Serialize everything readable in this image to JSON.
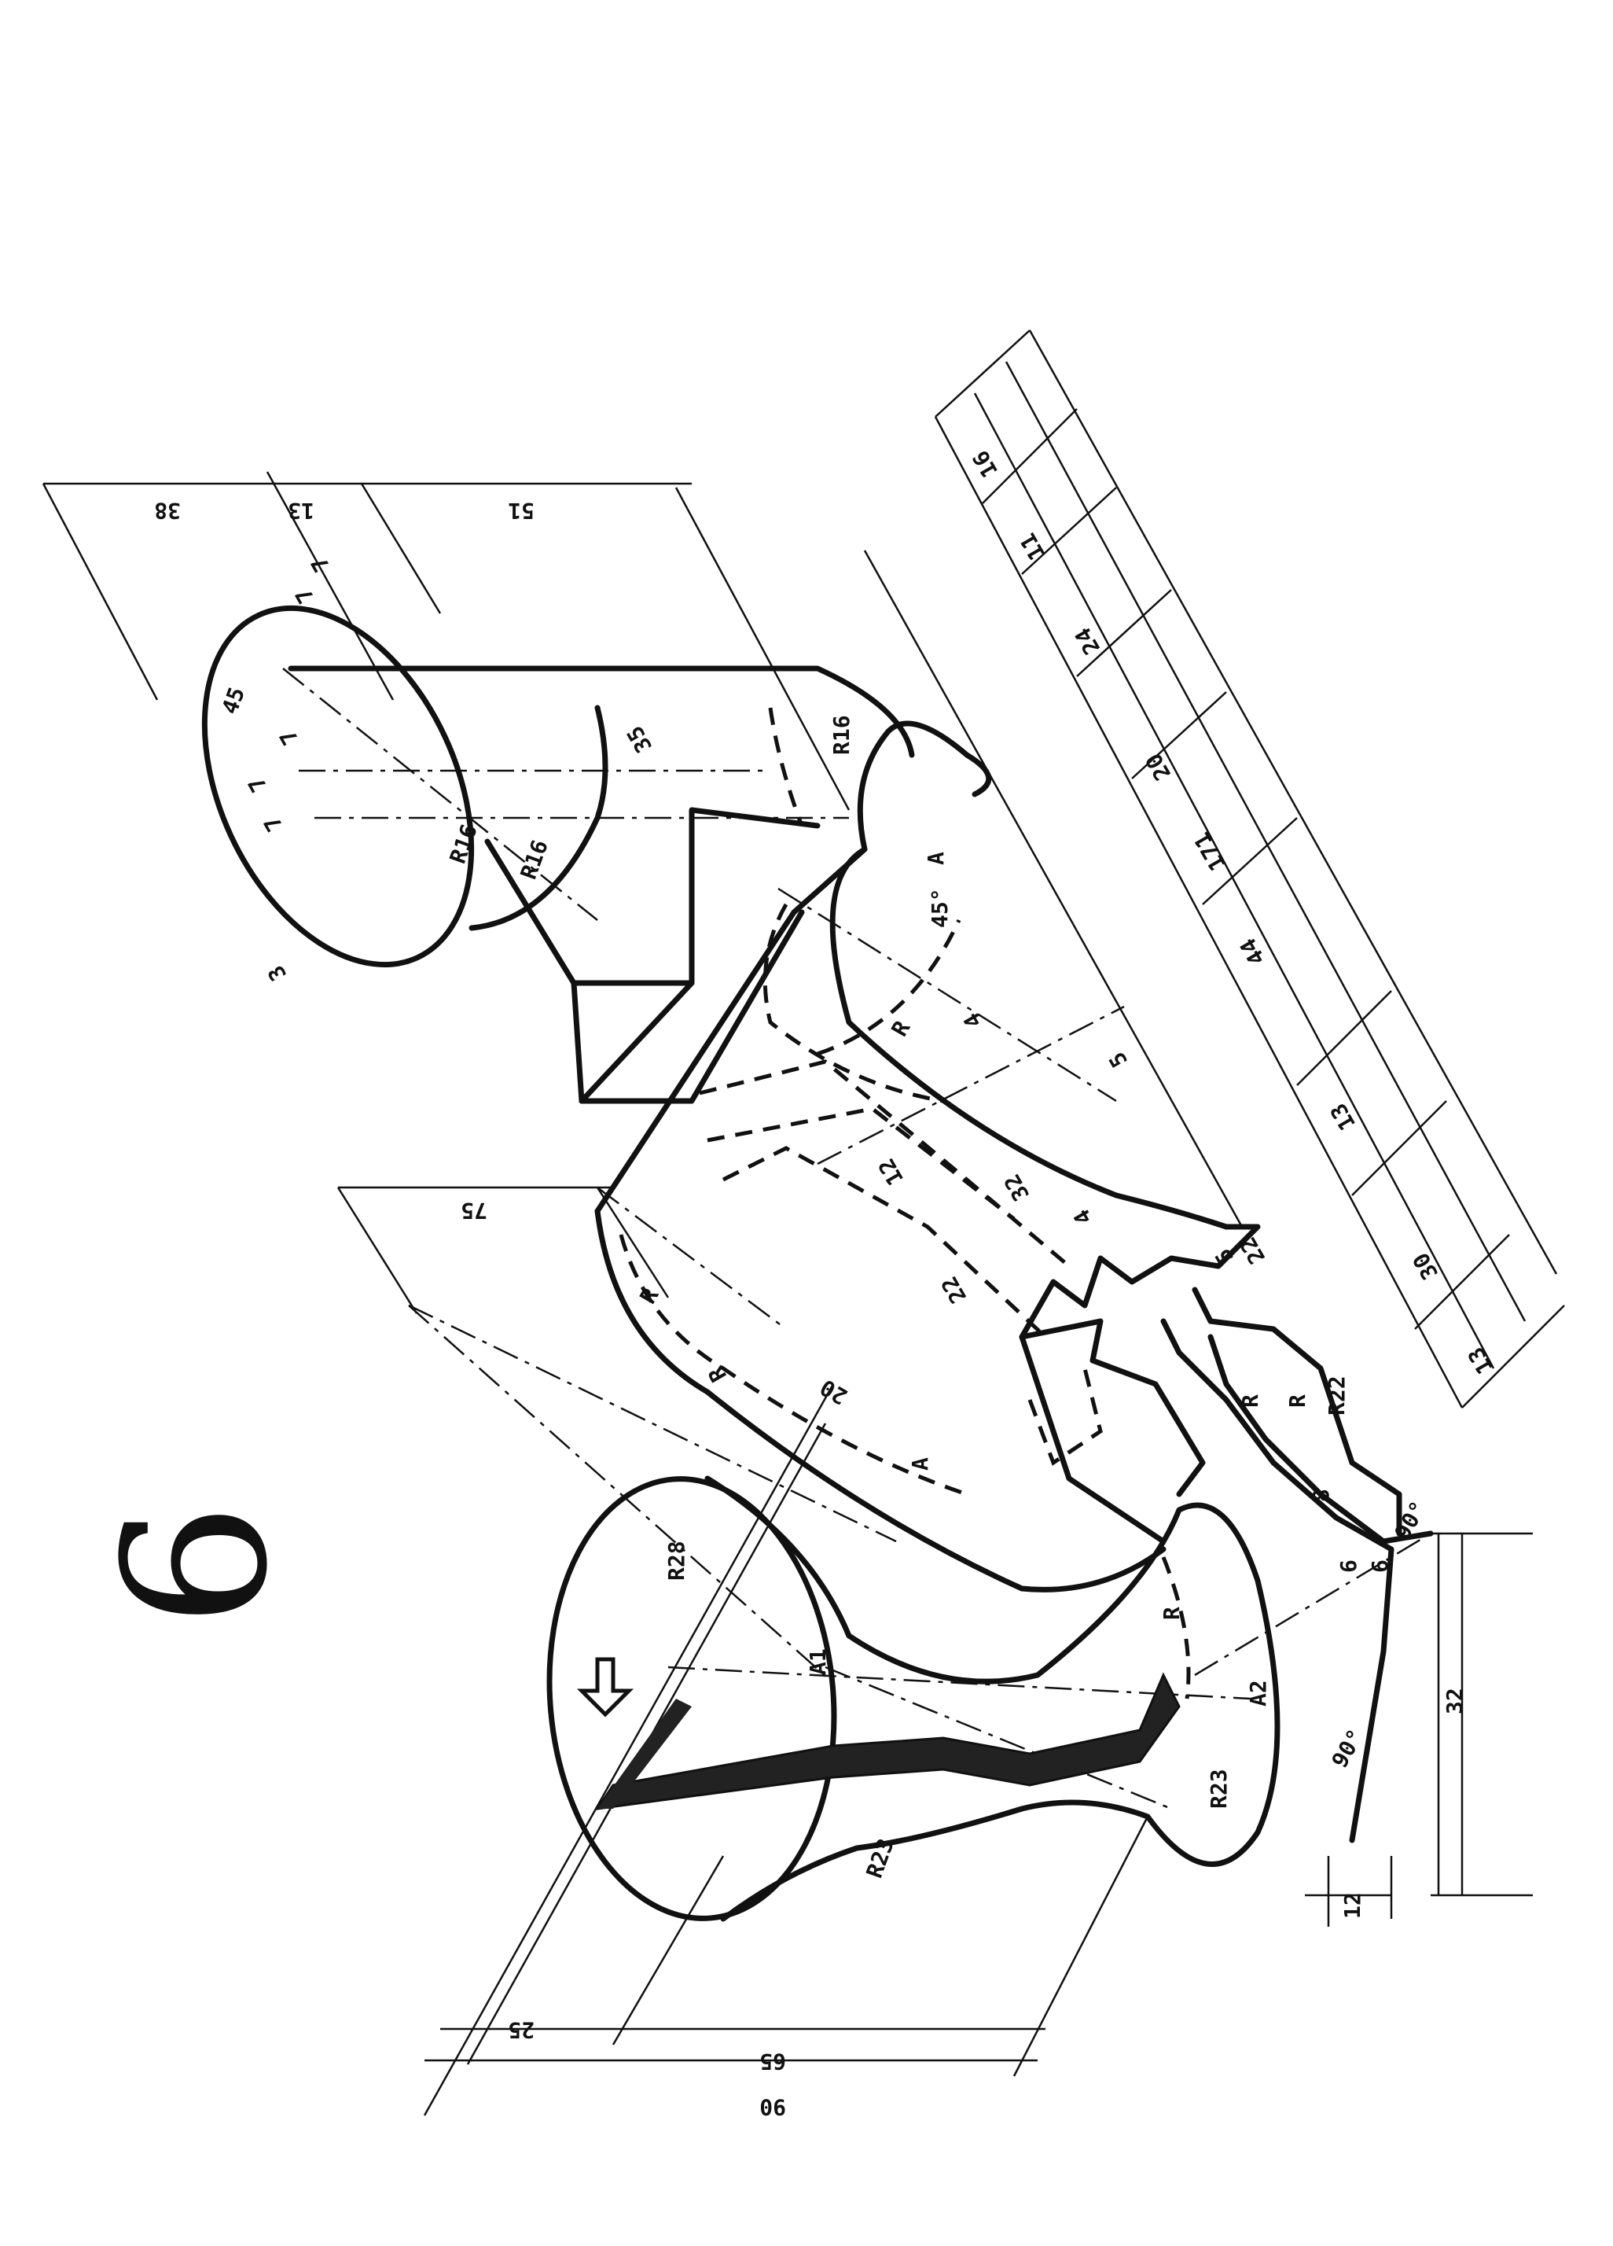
{
  "plate": {
    "number": "6"
  },
  "colors": {
    "ink": "#111111",
    "paper": "#ffffff"
  },
  "dimensions": {
    "d90": "90",
    "d65": "65",
    "d25": "25",
    "d12": "12",
    "d32": "32",
    "d6a": "6",
    "d6b": "6",
    "d90deg": "90°",
    "d90deg2": "90°",
    "d13a": "13",
    "d30": "30",
    "d13b": "13",
    "d44": "44",
    "d20a": "20",
    "d171": "171",
    "d24": "24",
    "d11": "11",
    "d16": "16",
    "d38": "38",
    "d13c": "13",
    "d51": "51",
    "d35": "35",
    "d75": "75",
    "d20b": "20",
    "d12b": "12",
    "d22a": "22",
    "d32b": "32",
    "d22b": "22",
    "d4a": "4",
    "d4b": "4",
    "d5a": "5",
    "d5b": "5",
    "d8": "8",
    "d45deg": "45°",
    "d45": "45",
    "d7a": "7",
    "d7b": "7",
    "d7c": "7",
    "d7d": "7",
    "d7e": "7",
    "d3": "3"
  },
  "labels": {
    "r28": "R28",
    "r23a": "R23",
    "r23b": "R23",
    "r16a": "R16",
    "r16b": "R16",
    "r16c": "R16",
    "r22": "R22",
    "ra": "R",
    "rb": "R",
    "rc": "R",
    "rd": "R",
    "re": "R",
    "rf": "R",
    "a1": "A1",
    "a2": "A2",
    "aa": "A",
    "ab": "A"
  }
}
